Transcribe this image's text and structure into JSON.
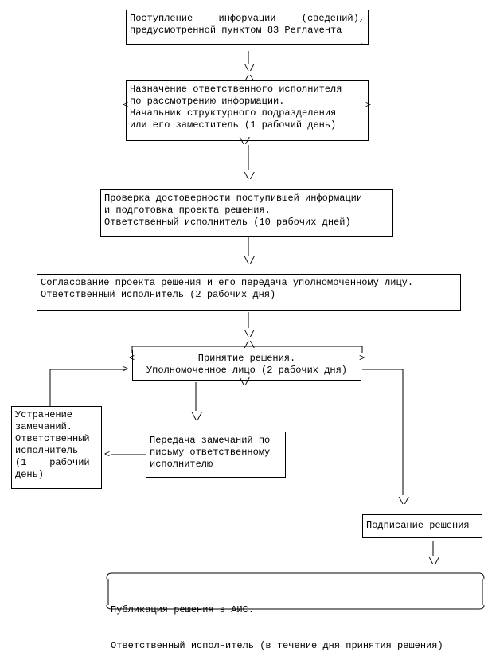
{
  "nodes": {
    "receipt": {
      "lines": [
        "Поступление информации (сведений),",
        "предусмотренной пунктом 83 Регламента"
      ]
    },
    "assign": {
      "lines": [
        "Назначение ответственного исполнителя",
        "по рассмотрению информации.",
        "Начальник структурного подразделения",
        "или его заместитель (1 рабочий день)"
      ]
    },
    "verify": {
      "lines": [
        "Проверка достоверности поступившей информации",
        "и подготовка проекта решения.",
        "Ответственный исполнитель (10 рабочих дней)"
      ]
    },
    "approve": {
      "lines": [
        "Согласование проекта решения и его передача уполномоченному лицу.",
        "Ответственный исполнитель (2 рабочих дня)"
      ]
    },
    "decision": {
      "lines": [
        "Принятие решения.",
        "Уполномоченное лицо (2 рабочих дня)"
      ]
    },
    "fix": {
      "lines": [
        "Устранение",
        "замечаний.",
        "Ответственный",
        "исполнитель",
        "(1    рабочий",
        "день)"
      ]
    },
    "transfer": {
      "lines": [
        "Передача замечаний по",
        "письму ответственному",
        "исполнителю"
      ]
    },
    "sign": {
      "lines": [
        "Подписание решения"
      ]
    },
    "publish": {
      "lines": [
        "Публикация решения в АИС.",
        "Ответственный исполнитель (в течение дня принятия решения)"
      ]
    }
  },
  "glyphs": {
    "arrow_down": "\\/",
    "arrow_up": "/\\",
    "bracket_left": "<",
    "bracket_right": ">",
    "tilde": "~"
  }
}
